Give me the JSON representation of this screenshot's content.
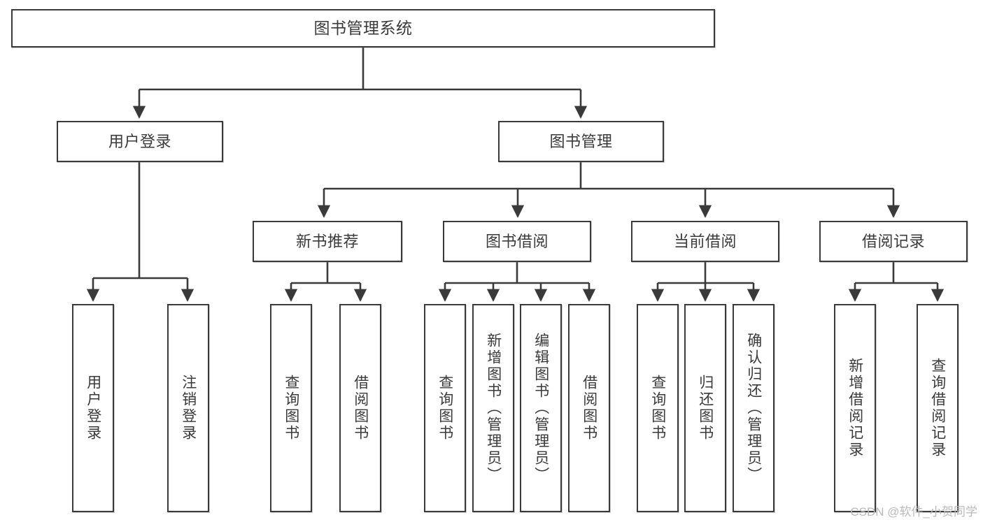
{
  "diagram": {
    "title": "图书管理系统",
    "type": "tree",
    "watermark": "CSDN @软件_小贺同学",
    "colors": {
      "border": "#3a3a3a",
      "text": "#3a3a3a",
      "background": "#ffffff",
      "connector": "#3a3a3a",
      "watermark": "#b9b9b9"
    }
  },
  "nodes": {
    "root": {
      "label": "图书管理系统"
    },
    "level1": [
      {
        "label": "用户登录"
      },
      {
        "label": "图书管理"
      }
    ],
    "level2": [
      {
        "label": "新书推荐"
      },
      {
        "label": "图书借阅"
      },
      {
        "label": "当前借阅"
      },
      {
        "label": "借阅记录"
      }
    ],
    "leaves": {
      "user_login": [
        {
          "label": "用户登录"
        },
        {
          "label": "注销登录"
        }
      ],
      "new_book": [
        {
          "label": "查询图书"
        },
        {
          "label": "借阅图书"
        }
      ],
      "borrow_book": [
        {
          "label": "查询图书"
        },
        {
          "label": "新增图书（管理员）"
        },
        {
          "label": "编辑图书（管理员）"
        },
        {
          "label": "借阅图书"
        }
      ],
      "current_borrow": [
        {
          "label": "查询图书"
        },
        {
          "label": "归还图书"
        },
        {
          "label": "确认归还（管理员）"
        }
      ],
      "borrow_record": [
        {
          "label": "新增借阅记录"
        },
        {
          "label": "查询借阅记录"
        }
      ]
    }
  }
}
